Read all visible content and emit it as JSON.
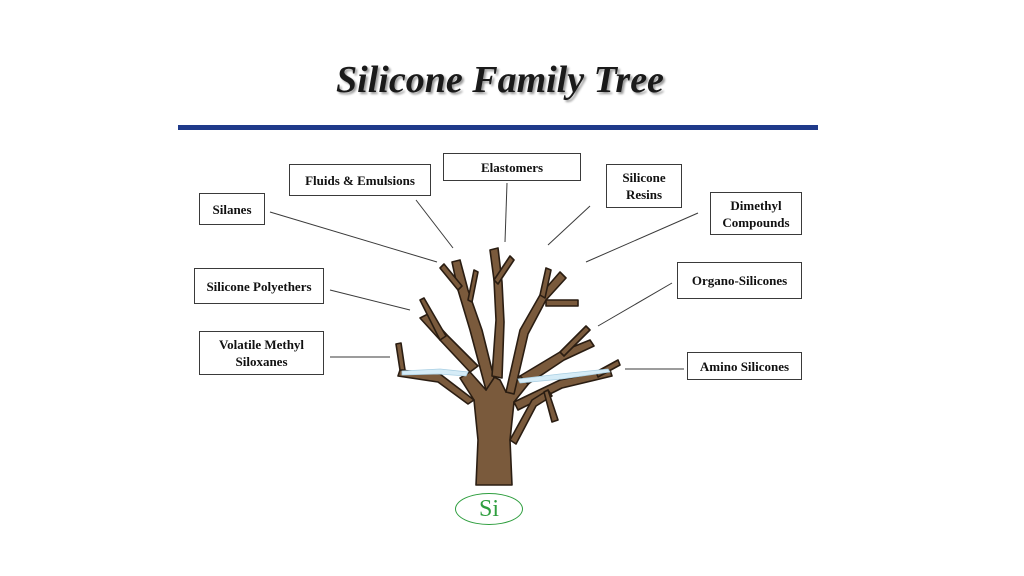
{
  "title": "Silicone Family Tree",
  "colors": {
    "rule": "#1f3a8a",
    "trunk": "#7a5a3c",
    "trunk_outline": "#2a1d12",
    "snow": "#d6ecf7",
    "si_green": "#2e9e3e"
  },
  "branches": [
    {
      "label": "Silanes"
    },
    {
      "label": "Fluids & Emulsions"
    },
    {
      "label": "Elastomers"
    },
    {
      "label": "Silicone Resins"
    },
    {
      "label": "Dimethyl Compounds"
    },
    {
      "label": "Silicone Polyethers"
    },
    {
      "label": "Organo-Silicones"
    },
    {
      "label": "Volatile Methyl Siloxanes"
    },
    {
      "label": "Amino Silicones"
    }
  ],
  "root": {
    "label": "Si"
  }
}
